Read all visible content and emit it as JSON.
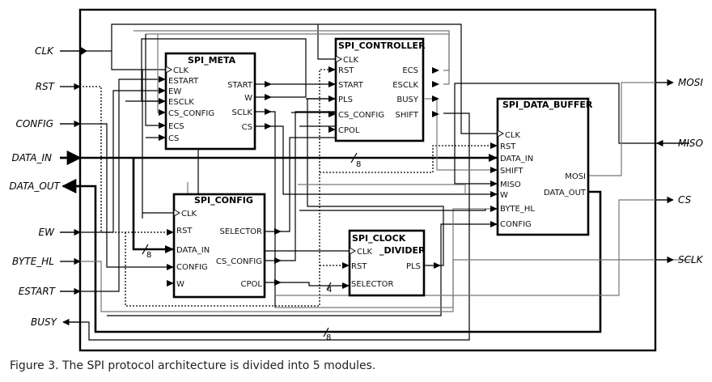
{
  "caption": "Figure 3.  The SPI protocol architecture is divided into 5 modules.",
  "external_inputs": [
    {
      "name": "CLK"
    },
    {
      "name": "RST"
    },
    {
      "name": "CONFIG"
    },
    {
      "name": "DATA_IN"
    },
    {
      "name": "DATA_OUT"
    },
    {
      "name": "EW"
    },
    {
      "name": "BYTE_HL"
    },
    {
      "name": "ESTART"
    },
    {
      "name": "BUSY"
    }
  ],
  "external_outputs": [
    {
      "name": "MOSI"
    },
    {
      "name": "MISO"
    },
    {
      "name": "CS"
    },
    {
      "name": "SCLK"
    }
  ],
  "modules": {
    "meta": {
      "title": "SPI_META",
      "inputs": [
        "CLK",
        "ESTART",
        "EW",
        "ESCLK",
        "CS_CONFIG",
        "ECS",
        "CS"
      ],
      "outputs": [
        "START",
        "W",
        "SCLK",
        "CS"
      ]
    },
    "controller": {
      "title": "SPI_CONTROLLER",
      "inputs": [
        "CLK",
        "RST",
        "START",
        "PLS",
        "CS_CONFIG",
        "CPOL"
      ],
      "outputs": [
        "ECS",
        "ESCLK",
        "BUSY",
        "SHIFT"
      ]
    },
    "data_buffer": {
      "title": "SPI_DATA_BUFFER",
      "inputs": [
        "CLK",
        "RST",
        "DATA_IN",
        "SHIFT",
        "MISO",
        "W",
        "BYTE_HL",
        "CONFIG"
      ],
      "outputs": [
        "MOSI",
        "DATA_OUT"
      ]
    },
    "config": {
      "title": "SPI_CONFIG",
      "inputs": [
        "CLK",
        "RST",
        "DATA_IN",
        "CONFIG",
        "W"
      ],
      "outputs": [
        "SELECTOR",
        "CS_CONFIG",
        "CPOL"
      ]
    },
    "clock_divider": {
      "title_line1": "SPI_CLOCK",
      "title_line2": "_DIVIDER",
      "inputs": [
        "CLK",
        "RST",
        "SELECTOR"
      ],
      "outputs": [
        "PLS"
      ]
    }
  },
  "bus_widths": {
    "data_in_top": "8",
    "config_data_in": "8",
    "selector": "4",
    "data_out_bottom": "8"
  }
}
